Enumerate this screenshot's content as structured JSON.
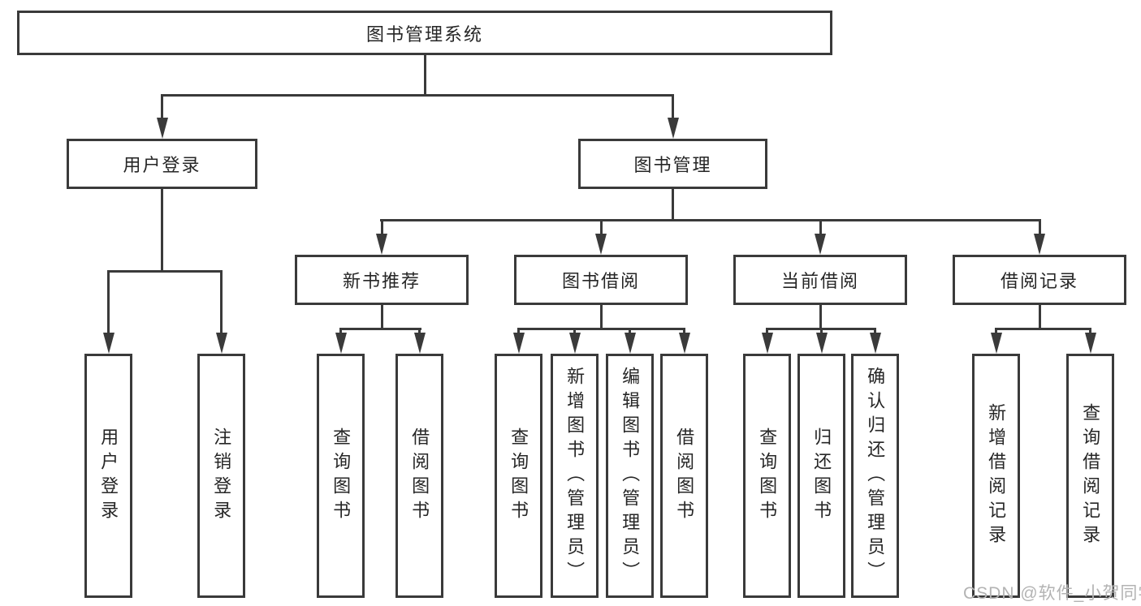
{
  "title": "图书管理系统",
  "watermark": "CSDN @软件_小贺同学",
  "colors": {
    "line": "#3a3a3a",
    "text": "#262626",
    "watermark": "#b3b3b3",
    "background": "#ffffff"
  },
  "nodes": {
    "root": "图书管理系统",
    "user_login": "用户登录",
    "book_mgmt": "图书管理",
    "new_book": "新书推荐",
    "book_borrow": "图书借阅",
    "current_borrow": "当前借阅",
    "borrow_records": "借阅记录",
    "leaf_user_login": "用户登录",
    "leaf_logout": "注销登录",
    "leaf_nb_query": "查询图书",
    "leaf_nb_borrow": "借阅图书",
    "leaf_bb_query": "查询图书",
    "leaf_bb_add": "新增图书（管理员）",
    "leaf_bb_edit": "编辑图书（管理员）",
    "leaf_bb_borrow": "借阅图书",
    "leaf_cb_query": "查询图书",
    "leaf_cb_return": "归还图书",
    "leaf_cb_confirm": "确认归还（管理员）",
    "leaf_br_add": "新增借阅记录",
    "leaf_br_query": "查询借阅记录"
  },
  "hierarchy": {
    "图书管理系统": {
      "用户登录": [
        "用户登录",
        "注销登录"
      ],
      "图书管理": {
        "新书推荐": [
          "查询图书",
          "借阅图书"
        ],
        "图书借阅": [
          "查询图书",
          "新增图书（管理员）",
          "编辑图书（管理员）",
          "借阅图书"
        ],
        "当前借阅": [
          "查询图书",
          "归还图书",
          "确认归还（管理员）"
        ],
        "借阅记录": [
          "新增借阅记录",
          "查询借阅记录"
        ]
      }
    }
  }
}
